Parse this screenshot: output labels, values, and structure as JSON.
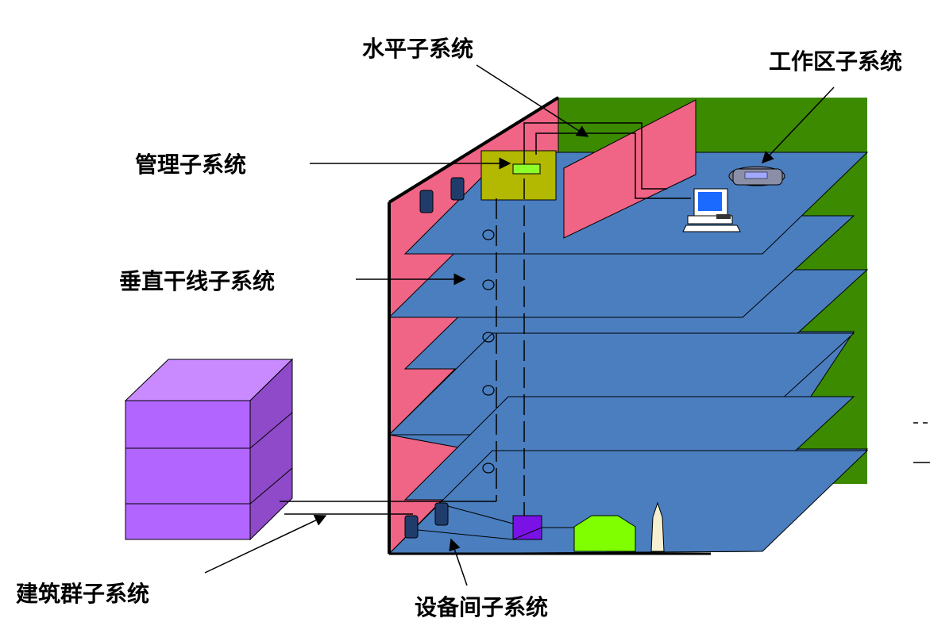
{
  "labels": {
    "horizontal": "水平子系统",
    "work_area": "工作区子系统",
    "management": "管理子系统",
    "vertical_backbone": "垂直干线子系统",
    "building_group": "建筑群子系统",
    "equipment_room": "设备间子系统"
  },
  "colors": {
    "floor": "#4a7ebf",
    "pink_wall": "#f06486",
    "green_wall": "#3c8a00",
    "mgmt_panel": "#b3b800",
    "mgmt_module": "#8dff2a",
    "purple_block": "#b266ff",
    "purple_front": "#b266ff",
    "purple_top": "#c98aff",
    "purple_side": "#8f4ac9",
    "device_room_box": "#7a12e6",
    "green_equipment": "#7fff00",
    "outline": "#000000"
  },
  "icons": [
    "telephone-icon",
    "computer-icon",
    "cabinet-icon",
    "server-icon"
  ]
}
